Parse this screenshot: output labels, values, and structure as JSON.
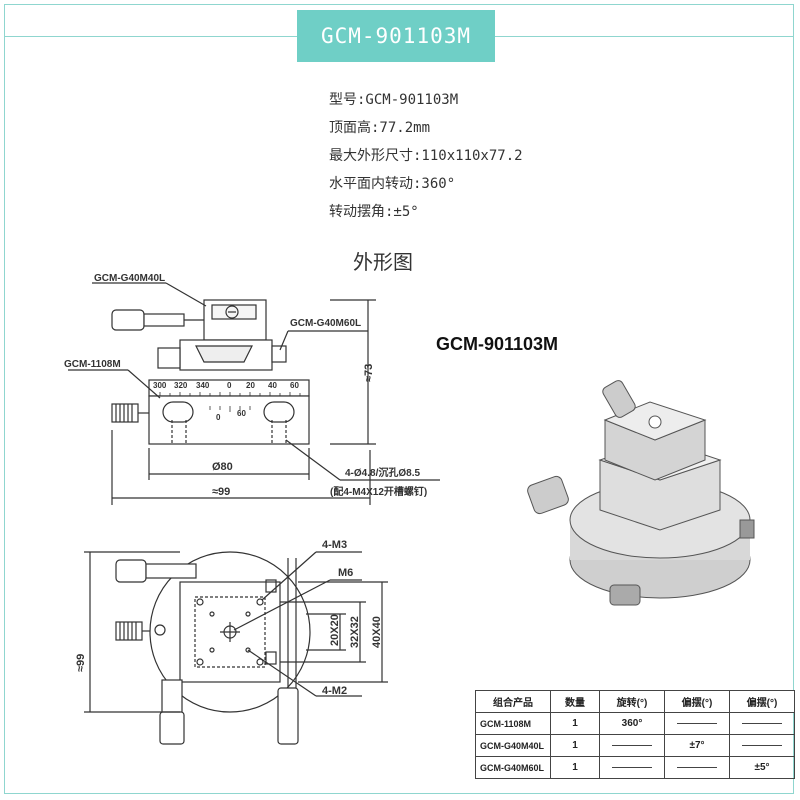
{
  "title": "GCM-901103M",
  "specs": [
    "型号:GCM-901103M",
    "顶面高:77.2mm",
    "最大外形尺寸:110x110x77.2",
    "水平面内转动:360°",
    "转动摆角:±5°"
  ],
  "section_title": "外形图",
  "model_label": "GCM-901103M",
  "front_view": {
    "callout_top": "GCM-G40M40L",
    "callout_right": "GCM-G40M60L",
    "callout_left": "GCM-1108M",
    "scale_labels": [
      "300",
      "320",
      "340",
      "0",
      "20",
      "40",
      "60"
    ],
    "scale_inner_label_1": "0",
    "scale_inner_label_2": "60",
    "height_dim": "≈73",
    "dia_dim": "Ø80",
    "width_dim": "≈99",
    "hole_note_1": "4-Ø4.8/沉孔Ø8.5",
    "hole_note_2": "(配4-M4X12开槽螺钉)"
  },
  "top_view": {
    "label_4m3": "4-M3",
    "label_m6": "M6",
    "label_4m2": "4-M2",
    "dim_20x20": "20X20",
    "dim_32x32": "32X32",
    "dim_40x40": "40X40",
    "dim_99": "≈99"
  },
  "table": {
    "headers": [
      "组合产品",
      "数量",
      "旋转(°)",
      "偏摆(°)",
      "偏摆(°)"
    ],
    "rows": [
      [
        "GCM-1108M",
        "1",
        "360°",
        "",
        ""
      ],
      [
        "GCM-G40M40L",
        "1",
        "",
        "±7°",
        ""
      ],
      [
        "GCM-G40M60L",
        "1",
        "",
        "",
        "±5°"
      ]
    ]
  },
  "colors": {
    "accent": "#6fcfc6",
    "line": "#333333"
  }
}
